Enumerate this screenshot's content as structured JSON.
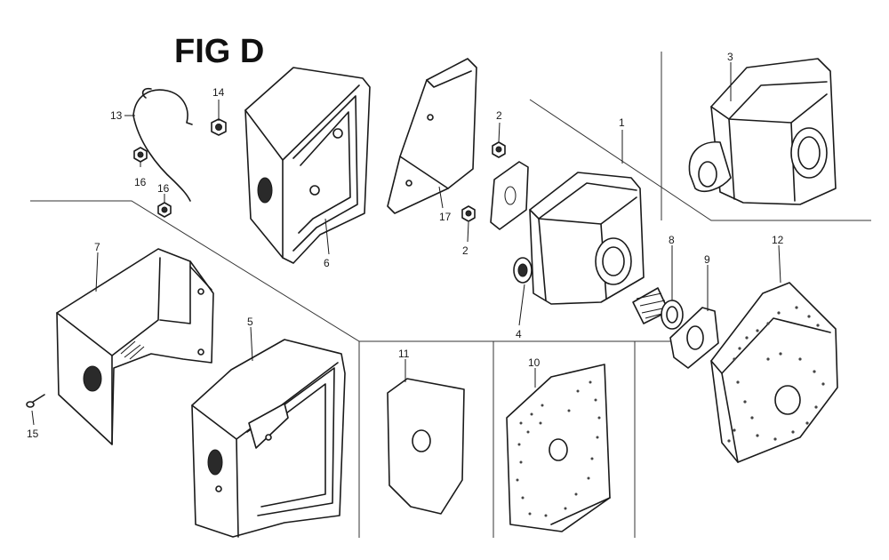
{
  "title": "FIG D",
  "callouts": {
    "c1": "1",
    "c2a": "2",
    "c2b": "2",
    "c3": "3",
    "c4": "4",
    "c5": "5",
    "c6": "6",
    "c7": "7",
    "c8": "8",
    "c9": "9",
    "c10": "10",
    "c11": "11",
    "c12": "12",
    "c13": "13",
    "c14": "14",
    "c15": "15",
    "c16a": "16",
    "c16b": "16",
    "c17": "17"
  },
  "colors": {
    "line": "#1a1a1a",
    "background": "#ffffff"
  }
}
